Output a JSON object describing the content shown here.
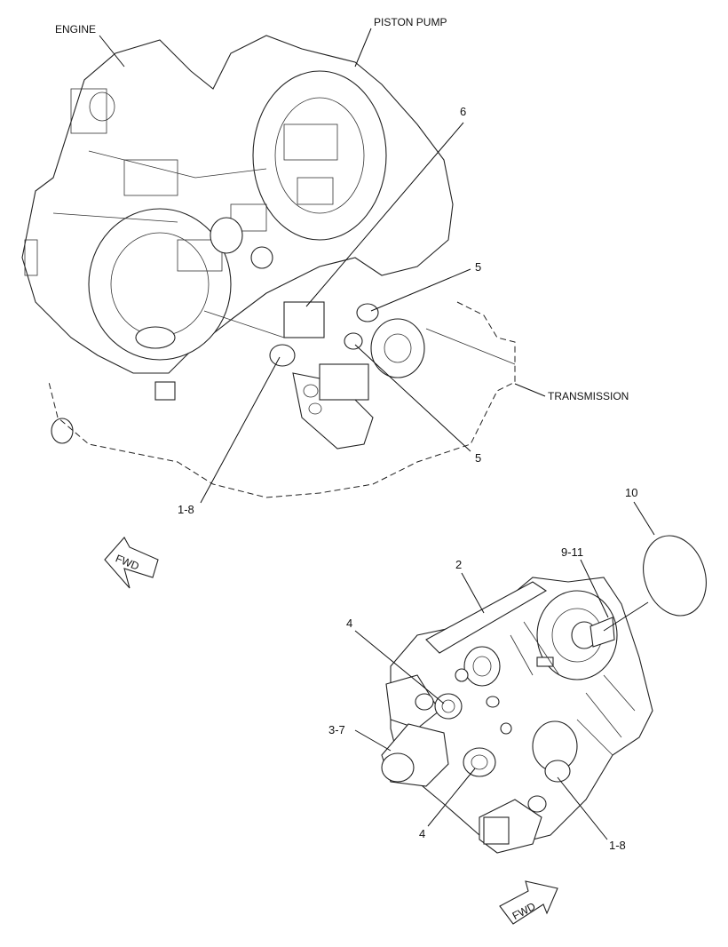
{
  "labels": {
    "engine": "ENGINE",
    "piston_pump": "PISTON PUMP",
    "transmission": "TRANSMISSION"
  },
  "callouts": {
    "c6": "6",
    "c5_top": "5",
    "c5_bottom": "5",
    "c1_8_top": "1-8",
    "c2": "2",
    "c4_top": "4",
    "c3_7": "3-7",
    "c4_bottom": "4",
    "c1_8_bottom": "1-8",
    "c9_11": "9-11",
    "c10": "10"
  },
  "fwd": {
    "top": "FWD",
    "bottom": "FWD"
  }
}
